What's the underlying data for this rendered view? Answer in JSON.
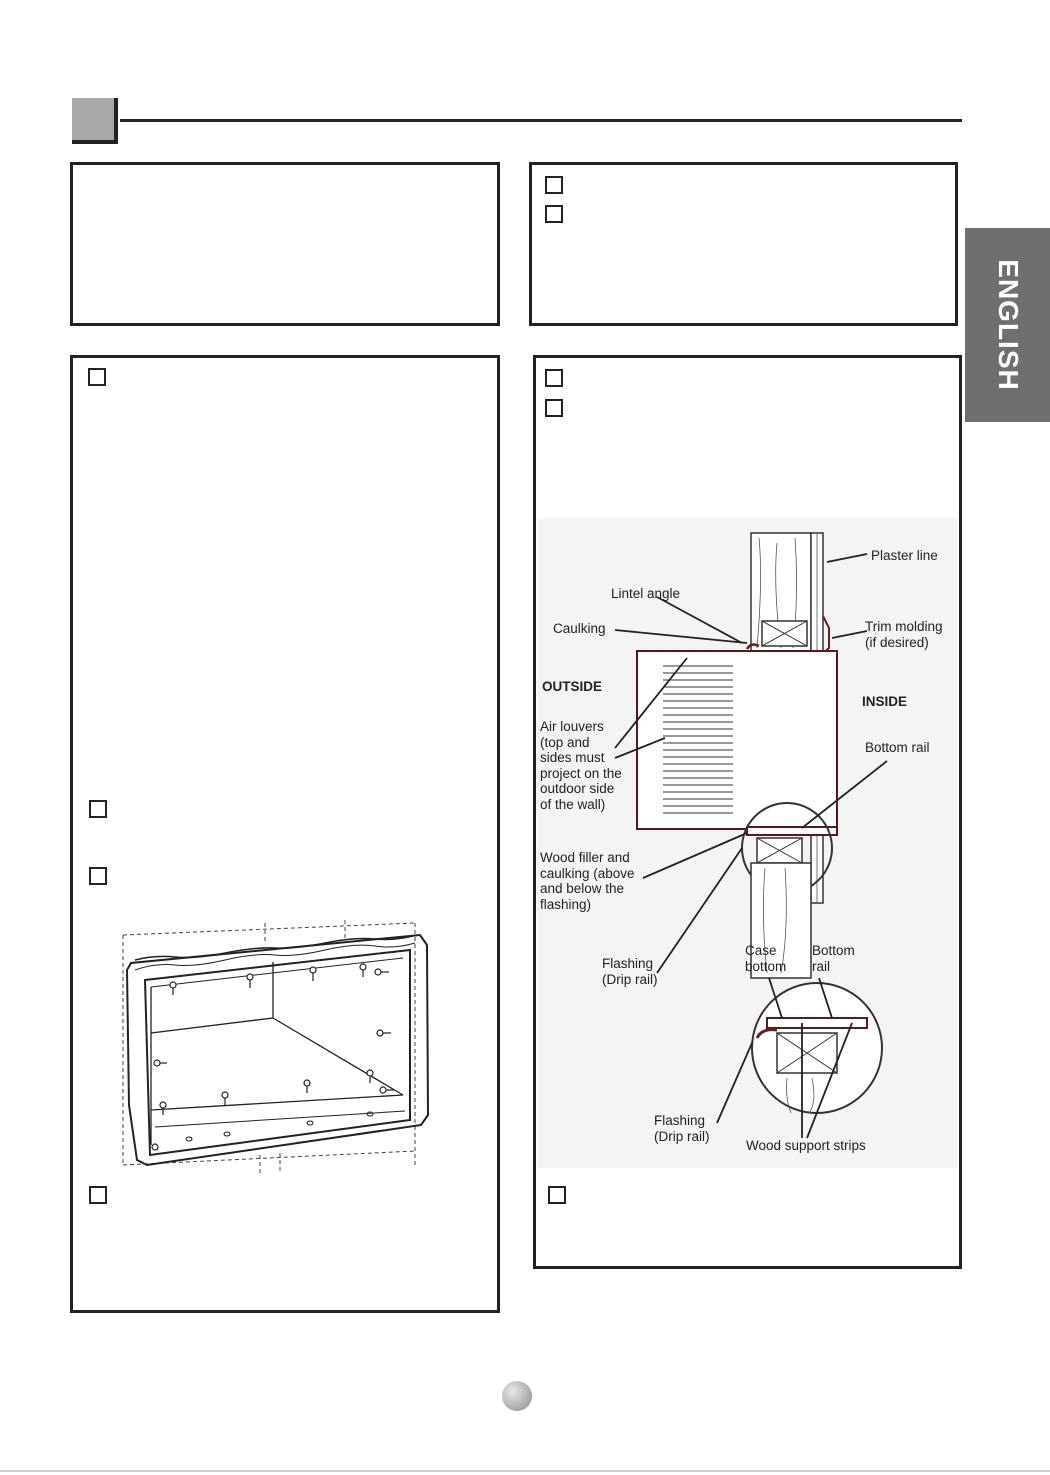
{
  "language_tab": "ENGLISH",
  "diagram": {
    "labels": {
      "plaster_line": "Plaster line",
      "lintel_angle": "Lintel angle",
      "caulking": "Caulking",
      "trim_molding": "Trim molding\n(if desired)",
      "outside": "OUTSIDE",
      "inside": "INSIDE",
      "air_louvers": "Air louvers\n(top and\nsides must\nproject on the\noutdoor side\nof the wall)",
      "bottom_rail_top": "Bottom rail",
      "wood_filler": "Wood filler and\ncaulking (above\nand below the\nflashing)",
      "case_bottom": "Case\nbottom",
      "bottom_rail_detail": "Bottom\nrail",
      "flashing_upper": "Flashing\n(Drip rail)",
      "flashing_lower": "Flashing\n(Drip rail)",
      "wood_support_strips": "Wood support strips"
    }
  }
}
